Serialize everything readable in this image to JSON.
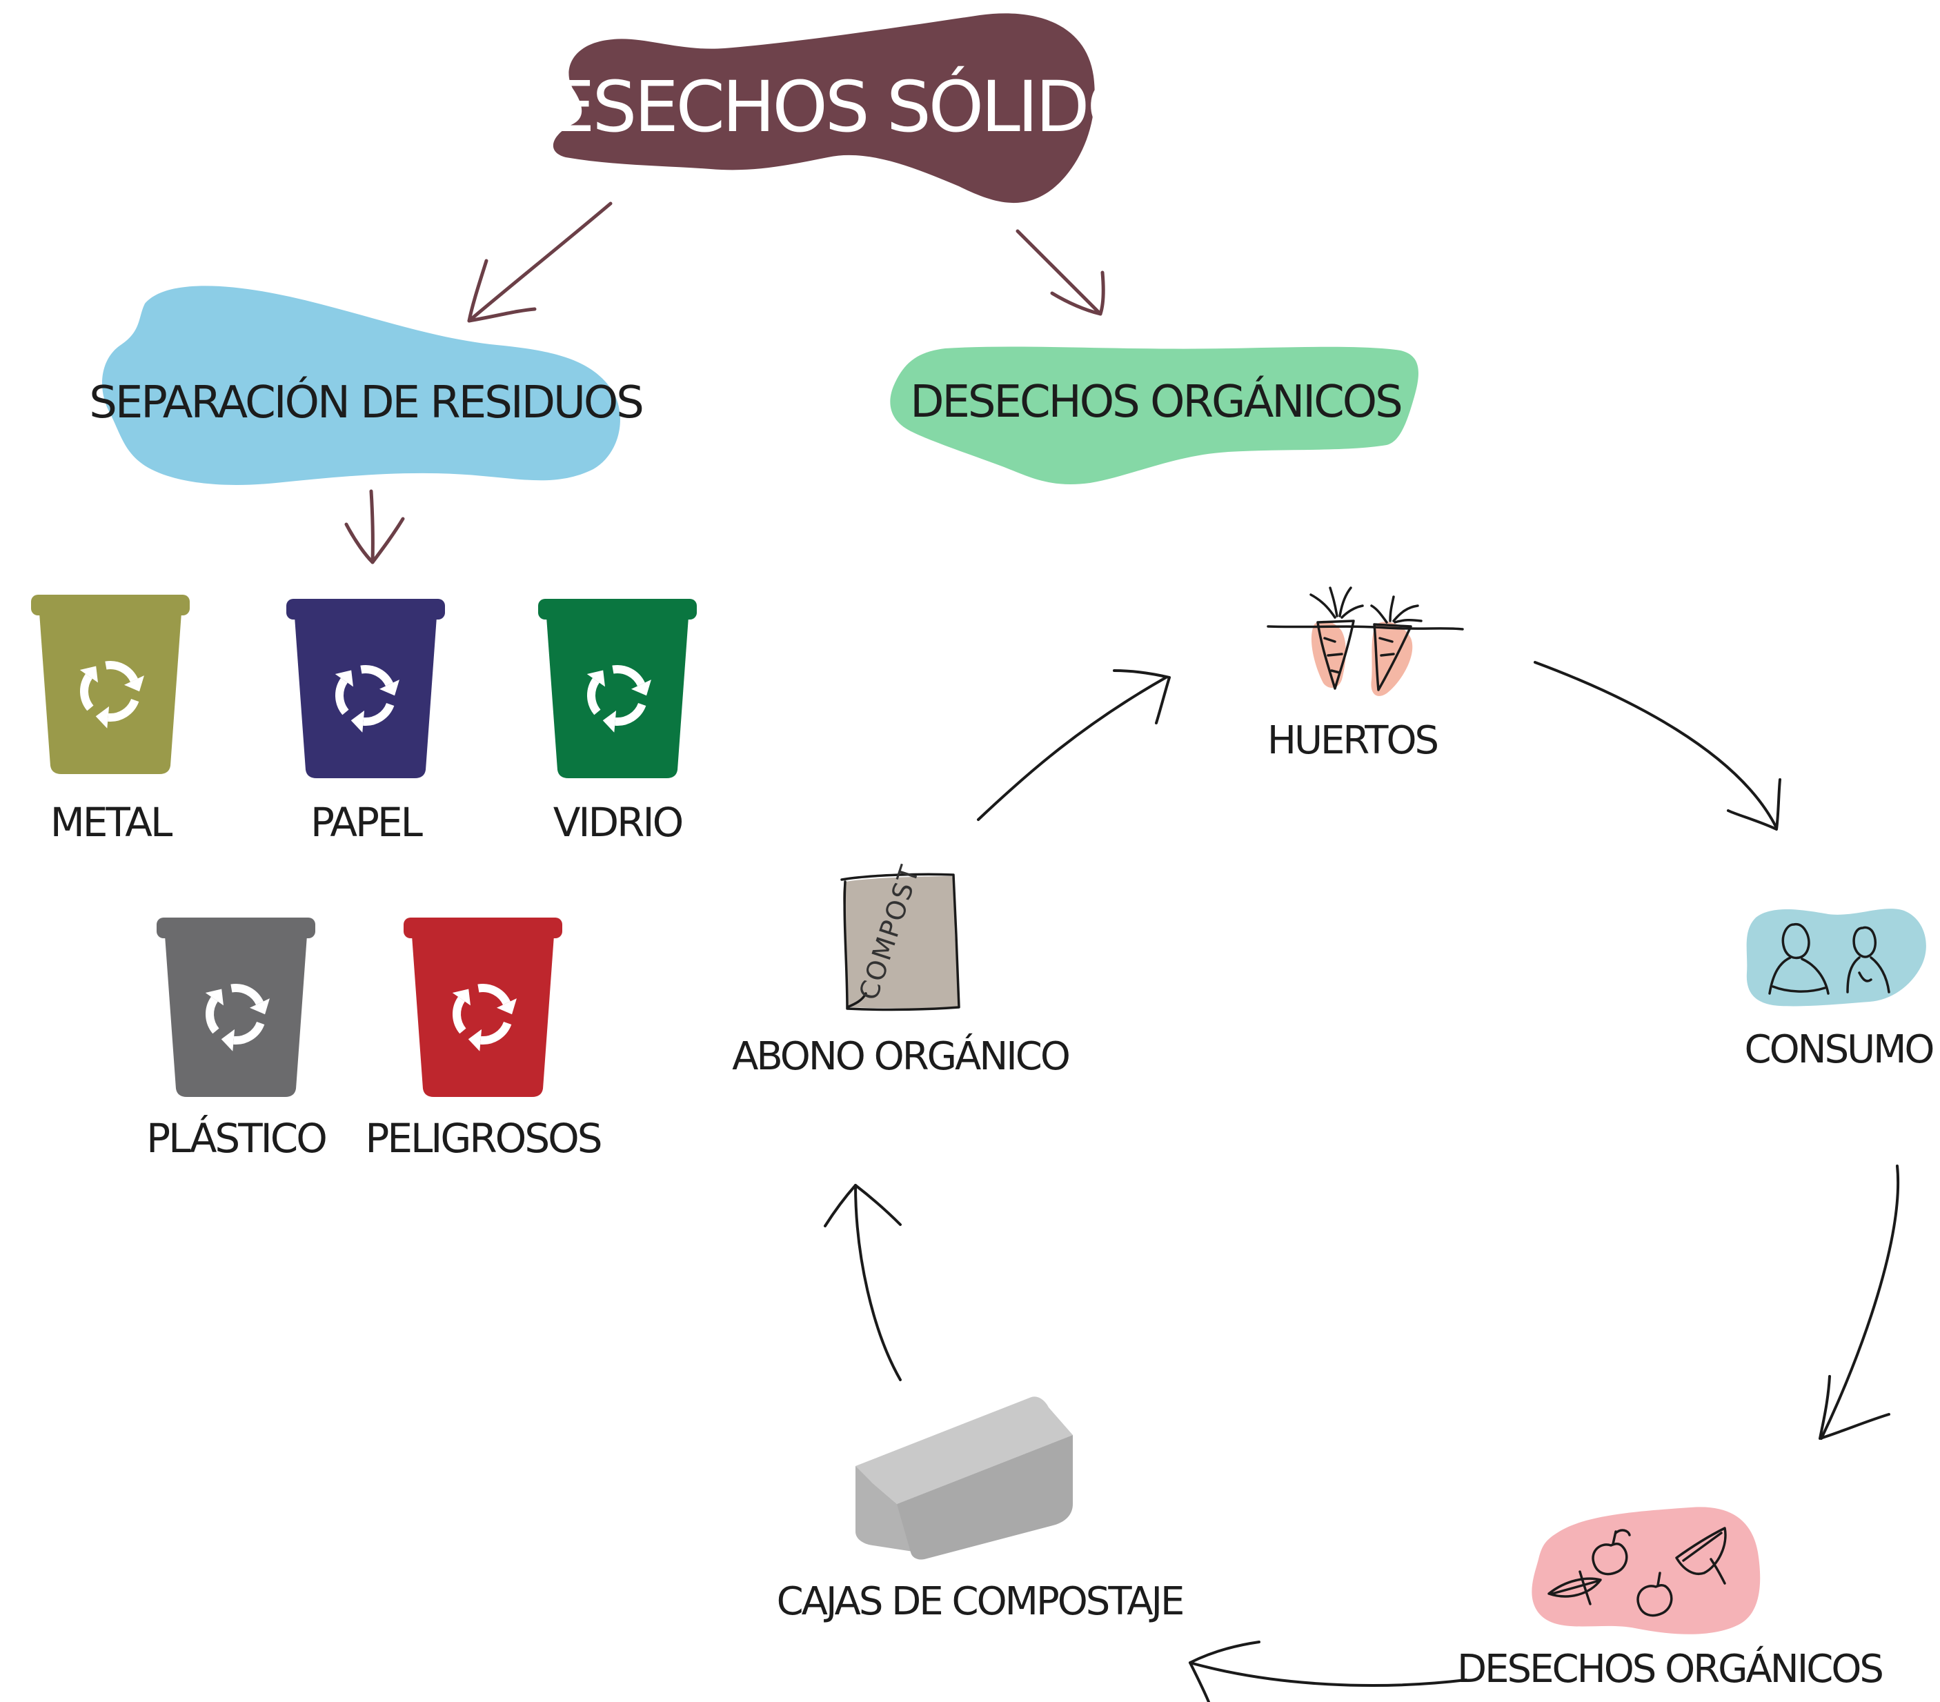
{
  "title": "DESECHOS SÓLIDOS",
  "branches": {
    "separation": "SEPARACIÓN DE RESIDUOS",
    "organic": "DESECHOS ORGÁNICOS"
  },
  "bins": [
    {
      "label": "METAL",
      "color": "#9a9a4a"
    },
    {
      "label": "PAPEL",
      "color": "#363070"
    },
    {
      "label": "VIDRIO",
      "color": "#0a7640"
    },
    {
      "label": "PLÁSTICO",
      "color": "#6b6b6d"
    },
    {
      "label": "PELIGROSOS",
      "color": "#be262d"
    }
  ],
  "cycle": {
    "huertos": "HUERTOS",
    "consumo": "CONSUMO",
    "desechos": "DESECHOS ORGÁNICOS",
    "cajas": "CAJAS DE COMPOSTAJE",
    "abono": "ABONO ORGÁNICO",
    "compost_bag_text": "COMPOST"
  },
  "colors": {
    "title_blob": "#6e424b",
    "separation_blob": "#8ccde6",
    "organic_blob": "#85d8a6",
    "huertos_blob": "#f4b7a5",
    "consumo_blob": "#a5d5de",
    "desechos_blob": "#f5b3b7",
    "compost_bag": "#bcb3a9",
    "box": "#b5b5b5",
    "arrow_top": "#6b3f47"
  },
  "icons": [
    "recycle-icon",
    "carrot-icon",
    "people-icon",
    "apple-icon",
    "compost-bag-icon",
    "compost-box-icon"
  ]
}
